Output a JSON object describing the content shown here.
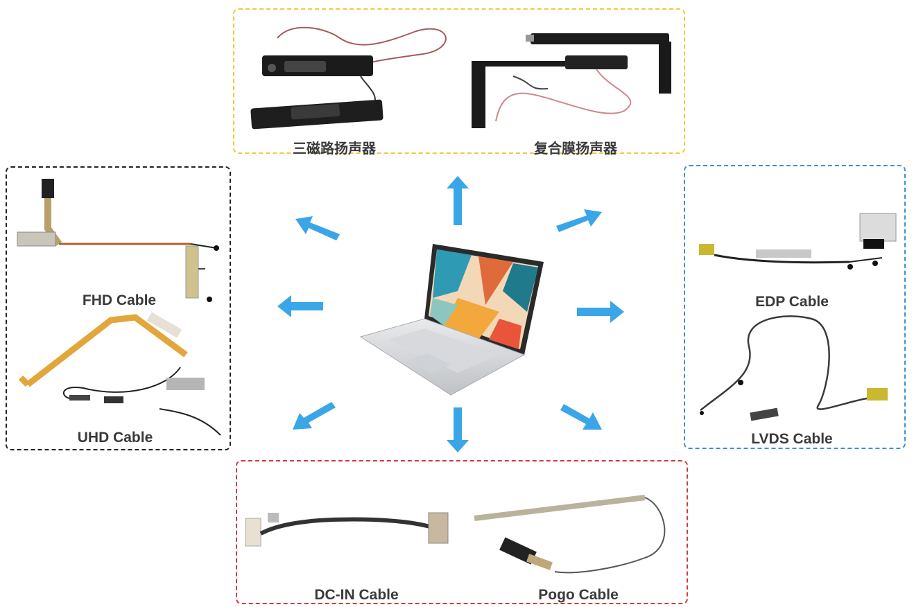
{
  "labels": {
    "speaker_triple_magnet": "三磁路扬声器",
    "speaker_composite_film": "复合膜扬声器",
    "fhd_cable": "FHD Cable",
    "uhd_cable": "UHD Cable",
    "edp_cable": "EDP Cable",
    "lvds_cable": "LVDS Cable",
    "dcin_cable": "DC-IN Cable",
    "pogo_cable": "Pogo Cable"
  },
  "colors": {
    "arrow": "#3aa6e8",
    "speaker_group_border": "#f2c93b",
    "fhd_uhd_group_border": "#222222",
    "edp_lvds_group_border": "#3d8fd6",
    "dc_pogo_group_border": "#d33a3a"
  },
  "icons": {
    "center": "laptop-icon",
    "arrows": "arrow-icon"
  }
}
